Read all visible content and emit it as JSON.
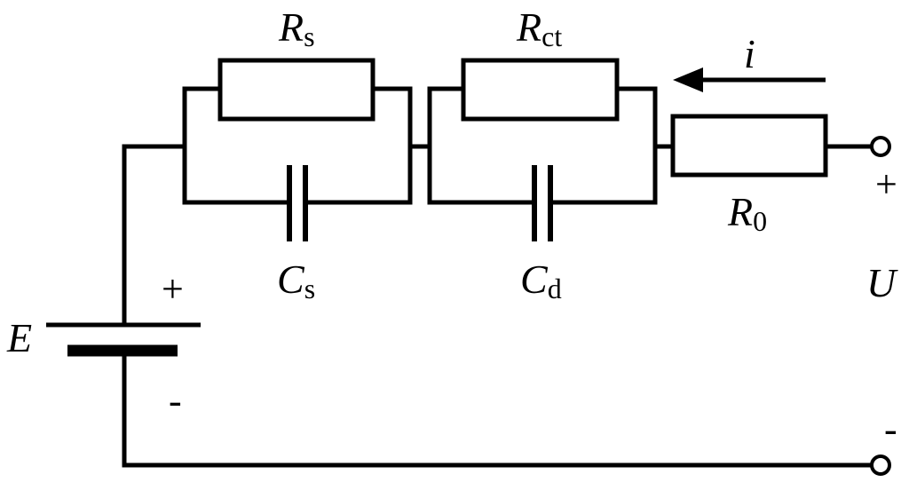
{
  "components": {
    "rs": {
      "main": "R",
      "sub": "s"
    },
    "rct": {
      "main": "R",
      "sub": "ct"
    },
    "r0": {
      "main": "R",
      "sub": "0"
    },
    "cs": {
      "main": "C",
      "sub": "s"
    },
    "cd": {
      "main": "C",
      "sub": "d"
    }
  },
  "source": {
    "label": "E",
    "plus": "+",
    "minus": "-"
  },
  "current": {
    "label": "i"
  },
  "output": {
    "label": "U",
    "plus": "+",
    "minus": "-"
  }
}
